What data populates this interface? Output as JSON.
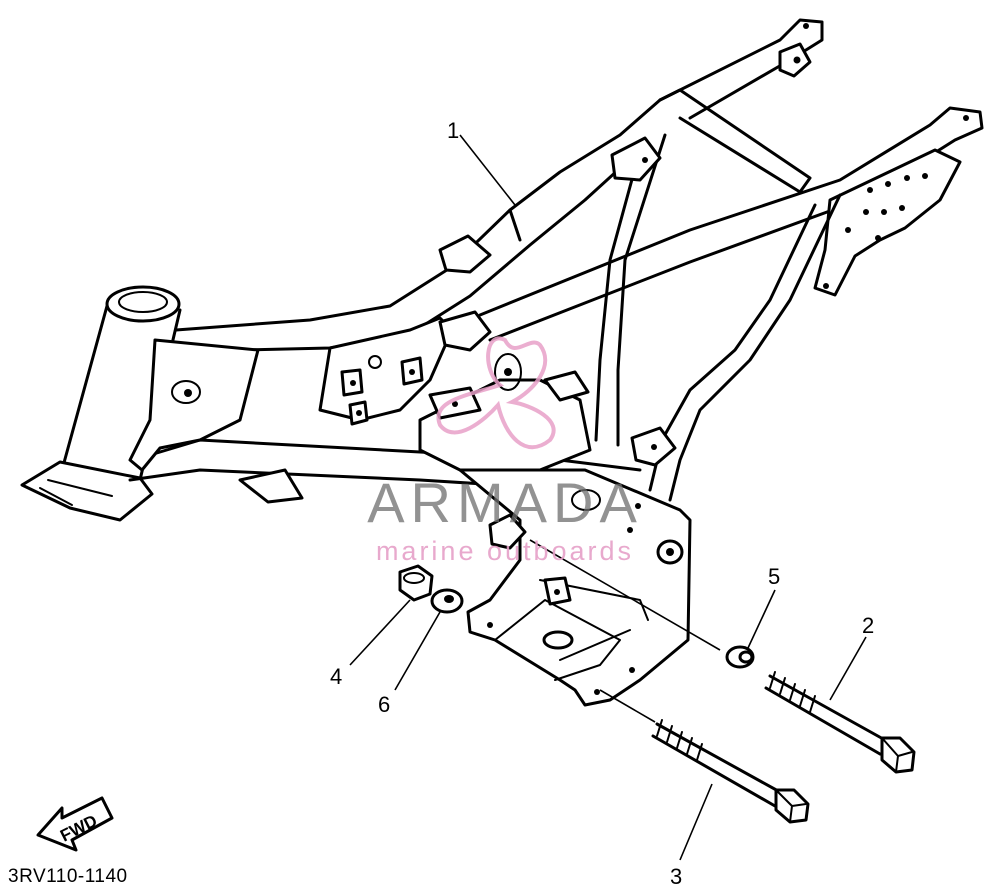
{
  "diagram": {
    "code": "3RV110-1140",
    "fwd_label": "FWD",
    "callouts": [
      {
        "id": "1",
        "label": "1"
      },
      {
        "id": "2",
        "label": "2"
      },
      {
        "id": "3",
        "label": "3"
      },
      {
        "id": "4",
        "label": "4"
      },
      {
        "id": "5",
        "label": "5"
      },
      {
        "id": "6",
        "label": "6"
      }
    ]
  },
  "watermark": {
    "title": "ARMADA",
    "subtitle": "marine outboards",
    "logo_color": "#e8a0c8"
  }
}
